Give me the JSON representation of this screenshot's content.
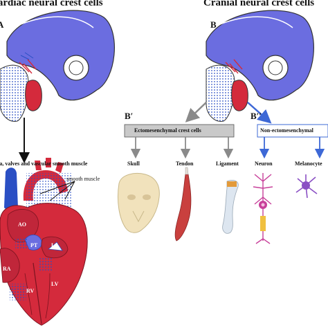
{
  "titles": {
    "left": "Cardiac neural crest cells",
    "right": "Cranial neural crest cells"
  },
  "panels": {
    "a": "A",
    "b": "B",
    "b_prime": "B′",
    "b_double_prime": "B′′"
  },
  "boxes": {
    "ecto": "Ectomesenchymal crest cells",
    "non_ecto": "Non-ectomesenchymal"
  },
  "labels": {
    "cardiac_outcome": "La, valves and vascular smooth muscle",
    "smooth_muscle": "smooth muscle",
    "skull": "Skull",
    "tendon": "Tendon",
    "ligament": "Ligament",
    "neuron": "Neuron",
    "melanocyte": "Melanocyte"
  },
  "heart": {
    "ao": "AO",
    "pt": "PT",
    "la": "LA",
    "ra": "RA",
    "rv": "RV",
    "lv": "LV"
  },
  "colors": {
    "brain": "#6b6de0",
    "heart_red": "#d42a3c",
    "vessel_blue": "#2a4fc4",
    "box_fill": "#c9c9c9",
    "arrow_gray": "#8a8a8a",
    "arrow_blue": "#3d68d6",
    "neuron": "#c8409a"
  }
}
